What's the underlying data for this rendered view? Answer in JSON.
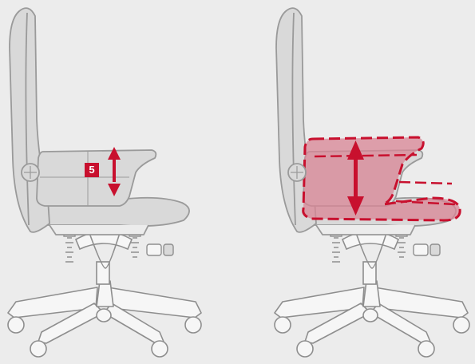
{
  "illustration": {
    "step_badge": "5",
    "left_panel": "chair-side-view-armrest",
    "right_panel": "chair-side-view-armrest-height-range",
    "icons": [
      "up-down-arrow-icon"
    ]
  },
  "colors": {
    "background": "#ececec",
    "chair_fill": "#d9d9d9",
    "chair_stroke": "#9a9a9a",
    "base_fill": "#f6f6f6",
    "accent": "#c8102e",
    "highlight_fill": "#d88494"
  }
}
